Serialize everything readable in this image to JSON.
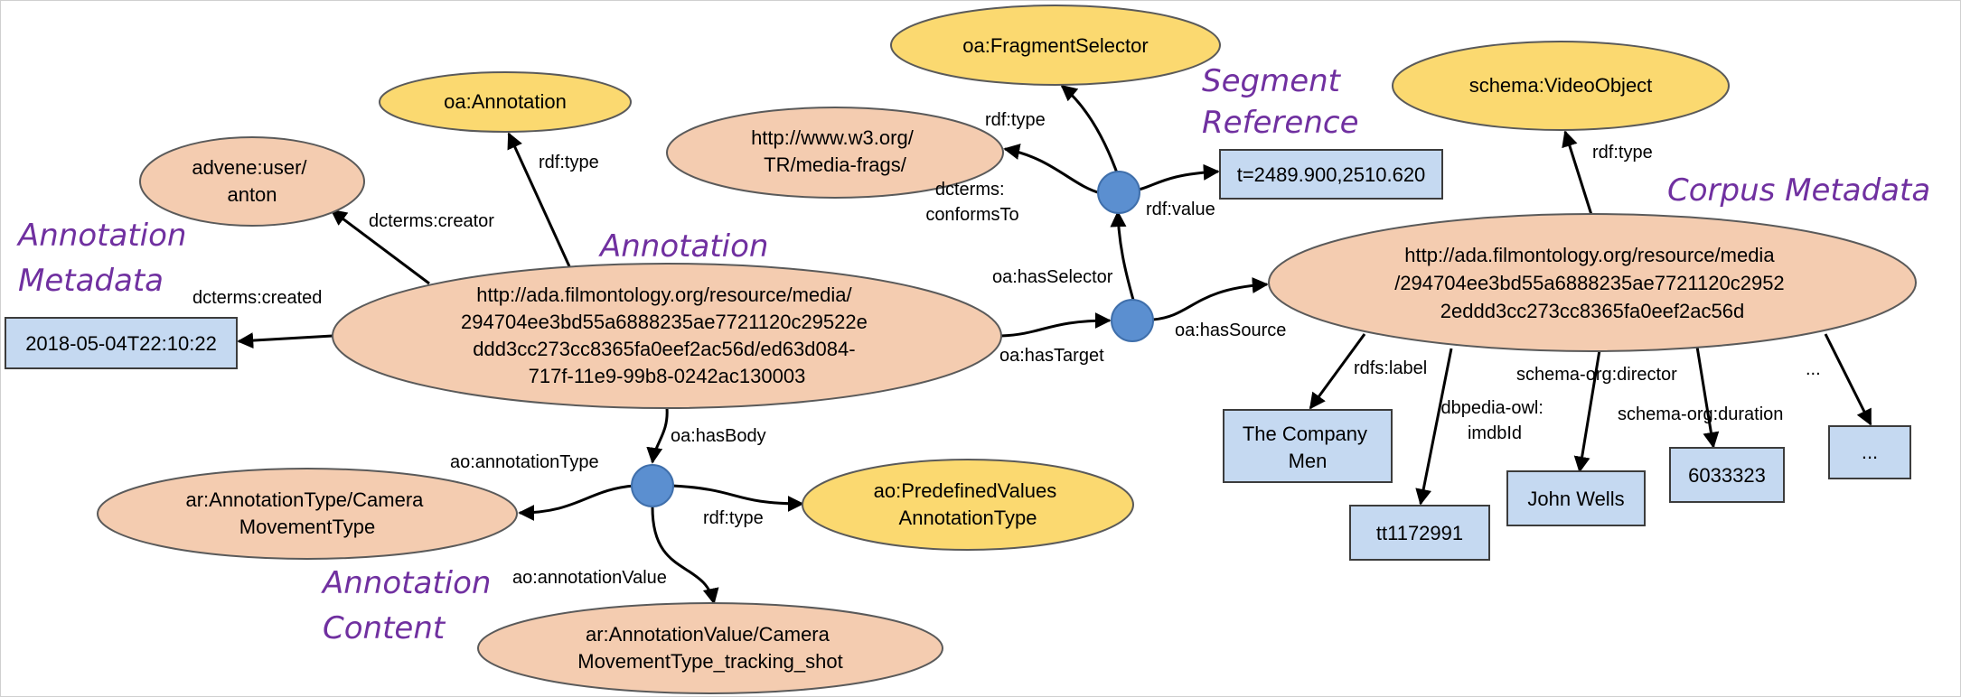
{
  "colors": {
    "literal_fill": "#c5d9f1",
    "literal_stroke": "#3c3c3c",
    "resource_fill": "#f4ccb0",
    "resource_stroke": "#5a5a5a",
    "class_fill": "#fbd970",
    "class_stroke": "#5a5a5a",
    "blank_fill": "#5b8fd0",
    "blank_stroke": "#3f6fab",
    "section_label": "#7030a0"
  },
  "sections": {
    "annotation_metadata": [
      "Annotation",
      "Metadata"
    ],
    "annotation": [
      "Annotation"
    ],
    "segment_reference": [
      "Segment",
      "Reference"
    ],
    "corpus_metadata": [
      "Corpus Metadata"
    ],
    "annotation_content": [
      "Annotation",
      "Content"
    ]
  },
  "nodes": {
    "fragment_selector": [
      "oa:FragmentSelector"
    ],
    "w3_mediafrags": [
      "http://www.w3.org/",
      "TR/media-frags/"
    ],
    "t_value": [
      "t=2489.900,2510.620"
    ],
    "video_object": [
      "schema:VideoObject"
    ],
    "oa_annotation": [
      "oa:Annotation"
    ],
    "advene_user": [
      "advene:user/",
      "anton"
    ],
    "created_value": [
      "2018-05-04T22:10:22"
    ],
    "annotation_uri": [
      "http://ada.filmontology.org/resource/media/",
      "294704ee3bd55a6888235ae7721120c29522e",
      "ddd3cc273cc8365fa0eef2ac56d/ed63d084-",
      "717f-11e9-99b8-0242ac130003"
    ],
    "media_uri": [
      "http://ada.filmontology.org/resource/media",
      "/294704ee3bd55a6888235ae7721120c2952",
      "2eddd3cc273cc8365fa0eef2ac56d"
    ],
    "company_men": [
      "The Company",
      "Men"
    ],
    "imdb_id": [
      "tt1172991"
    ],
    "john_wells": [
      "John Wells"
    ],
    "duration": [
      "6033323"
    ],
    "ellipsis_box": [
      "..."
    ],
    "annotation_type": [
      "ar:AnnotationType/Camera",
      "MovementType"
    ],
    "predefined_values": [
      "ao:PredefinedValues",
      "AnnotationType"
    ],
    "annotation_value": [
      "ar:AnnotationValue/Camera",
      "MovementType_tracking_shot"
    ]
  },
  "edges": {
    "rdf_type_selector": [
      "rdf:type"
    ],
    "dcterms_conformsto": [
      "dcterms:",
      "conformsTo"
    ],
    "rdf_value": [
      "rdf:value"
    ],
    "oa_hasselector": [
      "oa:hasSelector"
    ],
    "oa_hastarget": [
      "oa:hasTarget"
    ],
    "oa_hassource": [
      "oa:hasSource"
    ],
    "rdf_type_video": [
      "rdf:type"
    ],
    "rdf_type_annotation": [
      "rdf:type"
    ],
    "dcterms_creator": [
      "dcterms:creator"
    ],
    "dcterms_created": [
      "dcterms:created"
    ],
    "rdfs_label": [
      "rdfs:label"
    ],
    "dbpedia_imdbid": [
      "dbpedia-owl:",
      "imdbId"
    ],
    "schema_director": [
      "schema-org:director"
    ],
    "schema_duration": [
      "schema-org:duration"
    ],
    "ellipsis_edge": [
      "..."
    ],
    "oa_hasbody": [
      "oa:hasBody"
    ],
    "ao_annotationtype": [
      "ao:annotationType"
    ],
    "rdf_type_predefined": [
      "rdf:type"
    ],
    "ao_annotationvalue": [
      "ao:annotationValue"
    ]
  }
}
